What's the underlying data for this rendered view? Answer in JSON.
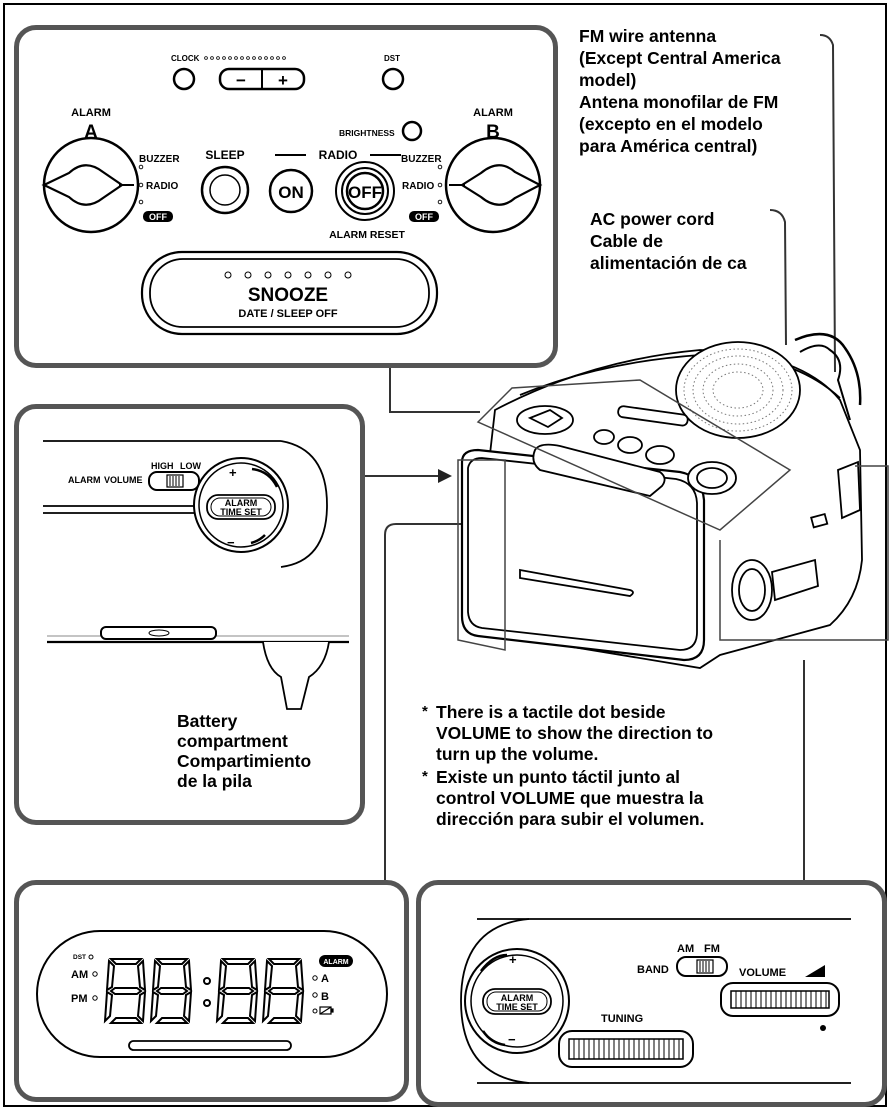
{
  "top_panel": {
    "clock_label": "CLOCK",
    "dst_label": "DST",
    "minus_label": "−",
    "plus_label": "+",
    "alarm_a_title": "ALARM",
    "alarm_a_letter": "A",
    "alarm_b_title": "ALARM",
    "alarm_b_letter": "B",
    "buzzer_a": "BUZZER",
    "radio_a": "RADIO",
    "off_a": "OFF",
    "buzzer_b": "BUZZER",
    "radio_b": "RADIO",
    "off_b": "OFF",
    "sleep_label": "SLEEP",
    "radio_group_label": "RADIO",
    "brightness_label": "BRIGHTNESS",
    "on_label": "ON",
    "off_label": "OFF",
    "alarm_reset_label": "ALARM RESET",
    "snooze_label": "SNOOZE",
    "snooze_sub": "DATE / SLEEP OFF"
  },
  "callouts": {
    "fm_antenna": [
      "FM wire antenna",
      "(Except Central America",
      "model)",
      "Antena monofilar de FM",
      "(excepto en el modelo",
      "para América central)"
    ],
    "ac_cord": [
      "AC power cord",
      "Cable de",
      "alimentación de ca"
    ],
    "battery": [
      "Battery",
      "compartment",
      "Compartimiento",
      "de la pila"
    ]
  },
  "side_panel": {
    "alarm_label": "ALARM",
    "volume_label": "VOLUME",
    "high_label": "HIGH",
    "low_label": "LOW",
    "knob_line1": "ALARM",
    "knob_line2": "TIME SET",
    "plus": "+",
    "minus": "−"
  },
  "notes": [
    [
      "There is a tactile dot beside",
      "VOLUME to show the direction to",
      "turn up the volume."
    ],
    [
      "Existe un punto táctil junto al",
      "control VOLUME que muestra la",
      "dirección para subir el volumen."
    ]
  ],
  "note_marker": "*",
  "display_panel": {
    "dst": "DST",
    "am": "AM",
    "pm": "PM",
    "alarm_badge": "ALARM",
    "a": "A",
    "b": "B"
  },
  "controls_panel": {
    "am": "AM",
    "fm": "FM",
    "band": "BAND",
    "volume": "VOLUME",
    "tuning": "TUNING",
    "knob_line1": "ALARM",
    "knob_line2": "TIME SET",
    "plus": "+",
    "minus": "−"
  }
}
